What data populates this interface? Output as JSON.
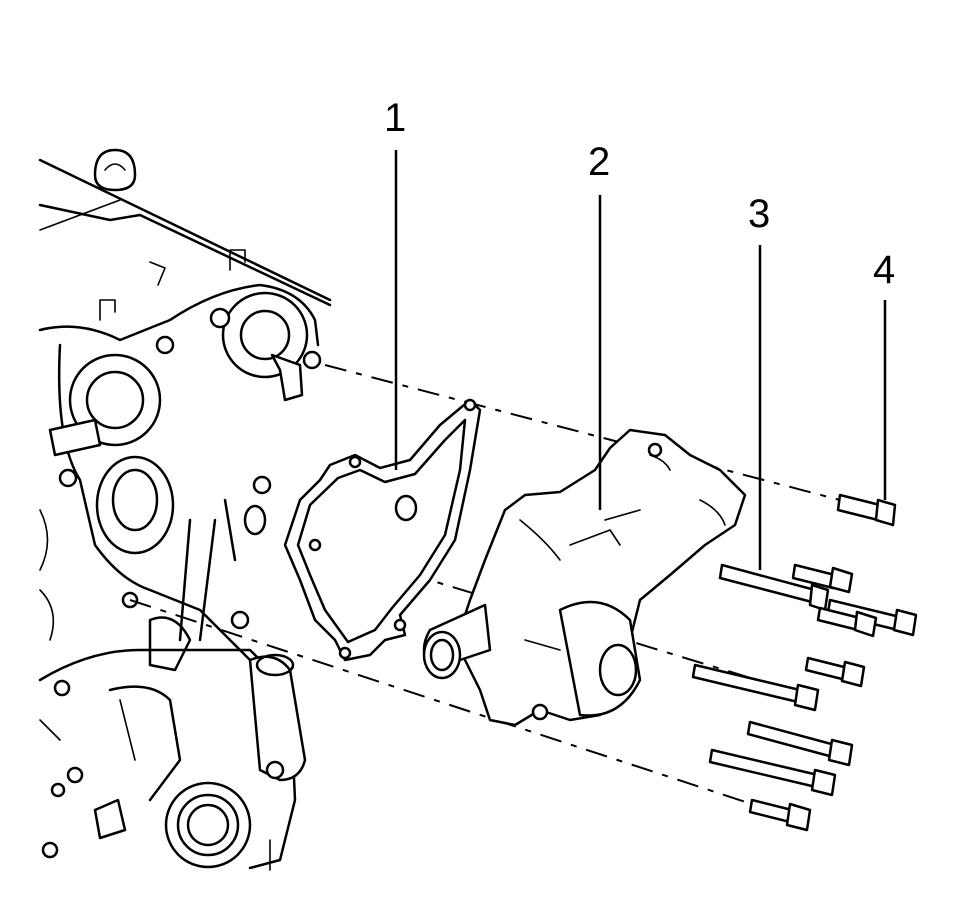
{
  "callouts": [
    {
      "id": "1",
      "label": "1"
    },
    {
      "id": "2",
      "label": "2"
    },
    {
      "id": "3",
      "label": "3"
    },
    {
      "id": "4",
      "label": "4"
    }
  ],
  "icons": [
    "engine-block-icon",
    "gasket-icon",
    "water-pump-icon",
    "bolt-icon"
  ]
}
